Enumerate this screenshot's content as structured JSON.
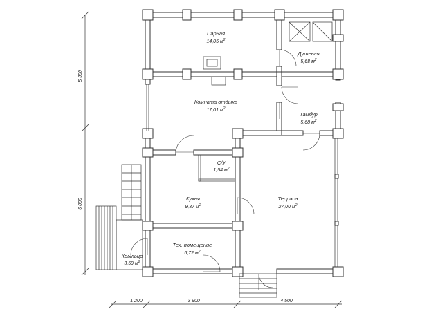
{
  "rooms": [
    {
      "id": "parnaya",
      "name": "Парная",
      "area": "14,05",
      "unit": "м"
    },
    {
      "id": "dushevaya",
      "name": "Душевая",
      "area": "5,68",
      "unit": "м"
    },
    {
      "id": "komnata",
      "name": "Комната отдыха",
      "area": "17,01",
      "unit": "м"
    },
    {
      "id": "tambur",
      "name": "Тамбур",
      "area": "5,68",
      "unit": "м"
    },
    {
      "id": "su",
      "name": "С/У",
      "area": "1,54",
      "unit": "м"
    },
    {
      "id": "kuhnya",
      "name": "Кухня",
      "area": "9,37",
      "unit": "м"
    },
    {
      "id": "terrasa",
      "name": "Терраса",
      "area": "27,00",
      "unit": "м"
    },
    {
      "id": "teh",
      "name": "Тех. помещение",
      "area": "6,72",
      "unit": "м"
    },
    {
      "id": "kryltso",
      "name": "Крыльцо",
      "area": "3,59",
      "unit": "м"
    }
  ],
  "area_exponent": "2",
  "dimensions": {
    "vertical": [
      "5 300",
      "6 000"
    ],
    "horizontal": [
      "1 200",
      "3 900",
      "4 500"
    ]
  }
}
